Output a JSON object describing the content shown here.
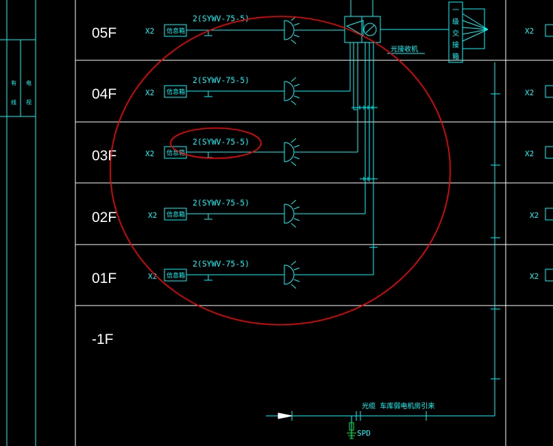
{
  "drawing": {
    "floors": [
      "05F",
      "04F",
      "03F",
      "02F",
      "01F",
      "-1F"
    ],
    "outlet_count_label": "X2",
    "info_box_label": "信息箱",
    "cable_label": "2(SYWV-75-5)",
    "optical_receiver_label": "光接收机",
    "distribution_box_label": [
      "一",
      "级",
      "交",
      "接",
      "箱"
    ],
    "fiber_entry_label": "光缆  车库弱电机房引来",
    "spd_label": "SPD",
    "left_strip_chars": [
      "有",
      "线",
      "电",
      "视"
    ],
    "colors": {
      "background": "#000000",
      "linework": "#00ffff",
      "floor_lines": "#ffffff",
      "markup": "#ff0000",
      "ground": "#00ff00"
    }
  }
}
